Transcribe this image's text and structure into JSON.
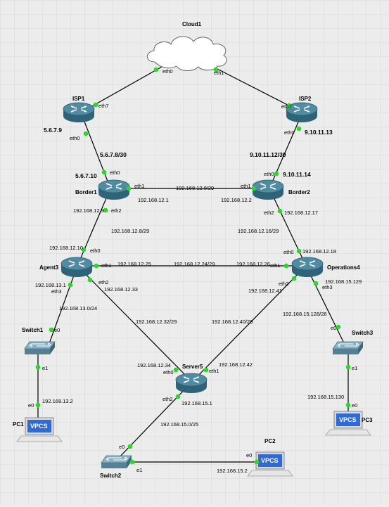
{
  "nodes": {
    "cloud1": "Cloud1",
    "isp1": "ISP1",
    "isp2": "ISP2",
    "border1": "Border1",
    "border2": "Border2",
    "agent3": "Agent3",
    "operations4": "Operations4",
    "server5": "Server5",
    "switch1": "Switch1",
    "switch2": "Switch2",
    "switch3": "Switch3",
    "pc1": "PC1",
    "pc2": "PC2",
    "pc3": "PC3",
    "vpcs": "VPCS"
  },
  "ports": {
    "cloud_eth0": "eth0",
    "cloud_eth1": "eth1",
    "isp1_eth7": "eth7",
    "isp1_eth0": "eth0",
    "isp2_eth7": "eth7",
    "isp2_eth0": "eth0",
    "b1_eth0": "eth0",
    "b1_eth1": "eth1",
    "b1_eth2": "eth2",
    "b2_eth0": "eth0",
    "b2_eth1": "eth1",
    "b2_eth2": "eth2",
    "a3_eth0": "eth0",
    "a3_eth1": "eth1",
    "a3_eth2": "eth2",
    "a3_eth3": "eth3",
    "o4_eth0": "eth0",
    "o4_eth1": "eth1",
    "o4_eth2": "eth2",
    "o4_eth3": "eth3",
    "s5_eth0": "eth0",
    "s5_eth1": "eth1",
    "s5_eth2": "eth2",
    "sw1_e0": "e0",
    "sw1_e1": "e1",
    "pc1_e0": "e0",
    "sw2_e0": "e0",
    "sw2_e1": "e1",
    "pc2_e0": "e0",
    "sw3_e0": "e0",
    "sw3_e1": "e1",
    "pc3_e0": "e0"
  },
  "addresses": {
    "isp1_ip": "5.6.7.9",
    "isp1_net": "5.6.7.8/30",
    "b1_ip": "5.6.7.10",
    "isp2_ip": "9.10.11.13",
    "isp2_net": "9.10.11.12/30",
    "b2_ip": "9.10.11.14",
    "b1_b2_net": "192.168.12.0/29",
    "b1_eth1_ip": "192.168.12.1",
    "b2_eth1_ip": "192.168.12.2",
    "b1_eth2_ip": "192.168.12.9",
    "b1_a3_net": "192.168.12.8/29",
    "a3_eth0_ip": "192.168.12.10",
    "b2_eth2_ip": "192.168.12.17",
    "b2_o4_net": "192.168.12.16/29",
    "o4_eth0_ip": "192.168.12.18",
    "a3_eth1_ip": "192.168.12.25",
    "a3_o4_net": "192.168.12.24/29",
    "o4_eth1_ip": "192.168.12.26",
    "a3_eth3_ip": "192.168.13.1",
    "a3_sw1_net": "192.168.13.0/24",
    "a3_eth2_ip": "192.168.12.33",
    "a3_s5_net": "192.168.12.32/29",
    "s5_eth0_ip": "192.168.12.34",
    "o4_eth2_ip": "192.168.12.41",
    "o4_s5_net": "192.168.12.40/29",
    "s5_eth1_ip": "192.168.12.42",
    "o4_eth3_ip": "192.168.15.129",
    "o4_sw3_net": "192.168.15.128/26",
    "s5_eth2_ip": "192.168.15.1",
    "s5_sw2_net": "192.168.15.0/25",
    "pc1_ip": "192.168.13.2",
    "pc2_ip": "192.168.15.2",
    "pc3_ip": "192.168.15.130"
  },
  "colors": {
    "background": "#ececec",
    "grid": "#d2d2d2",
    "link": "#000000",
    "port_dot": "#22dd22",
    "router": "#3f7f94",
    "switch": "#6b95a8",
    "vpcs": "#2f6bd8"
  }
}
